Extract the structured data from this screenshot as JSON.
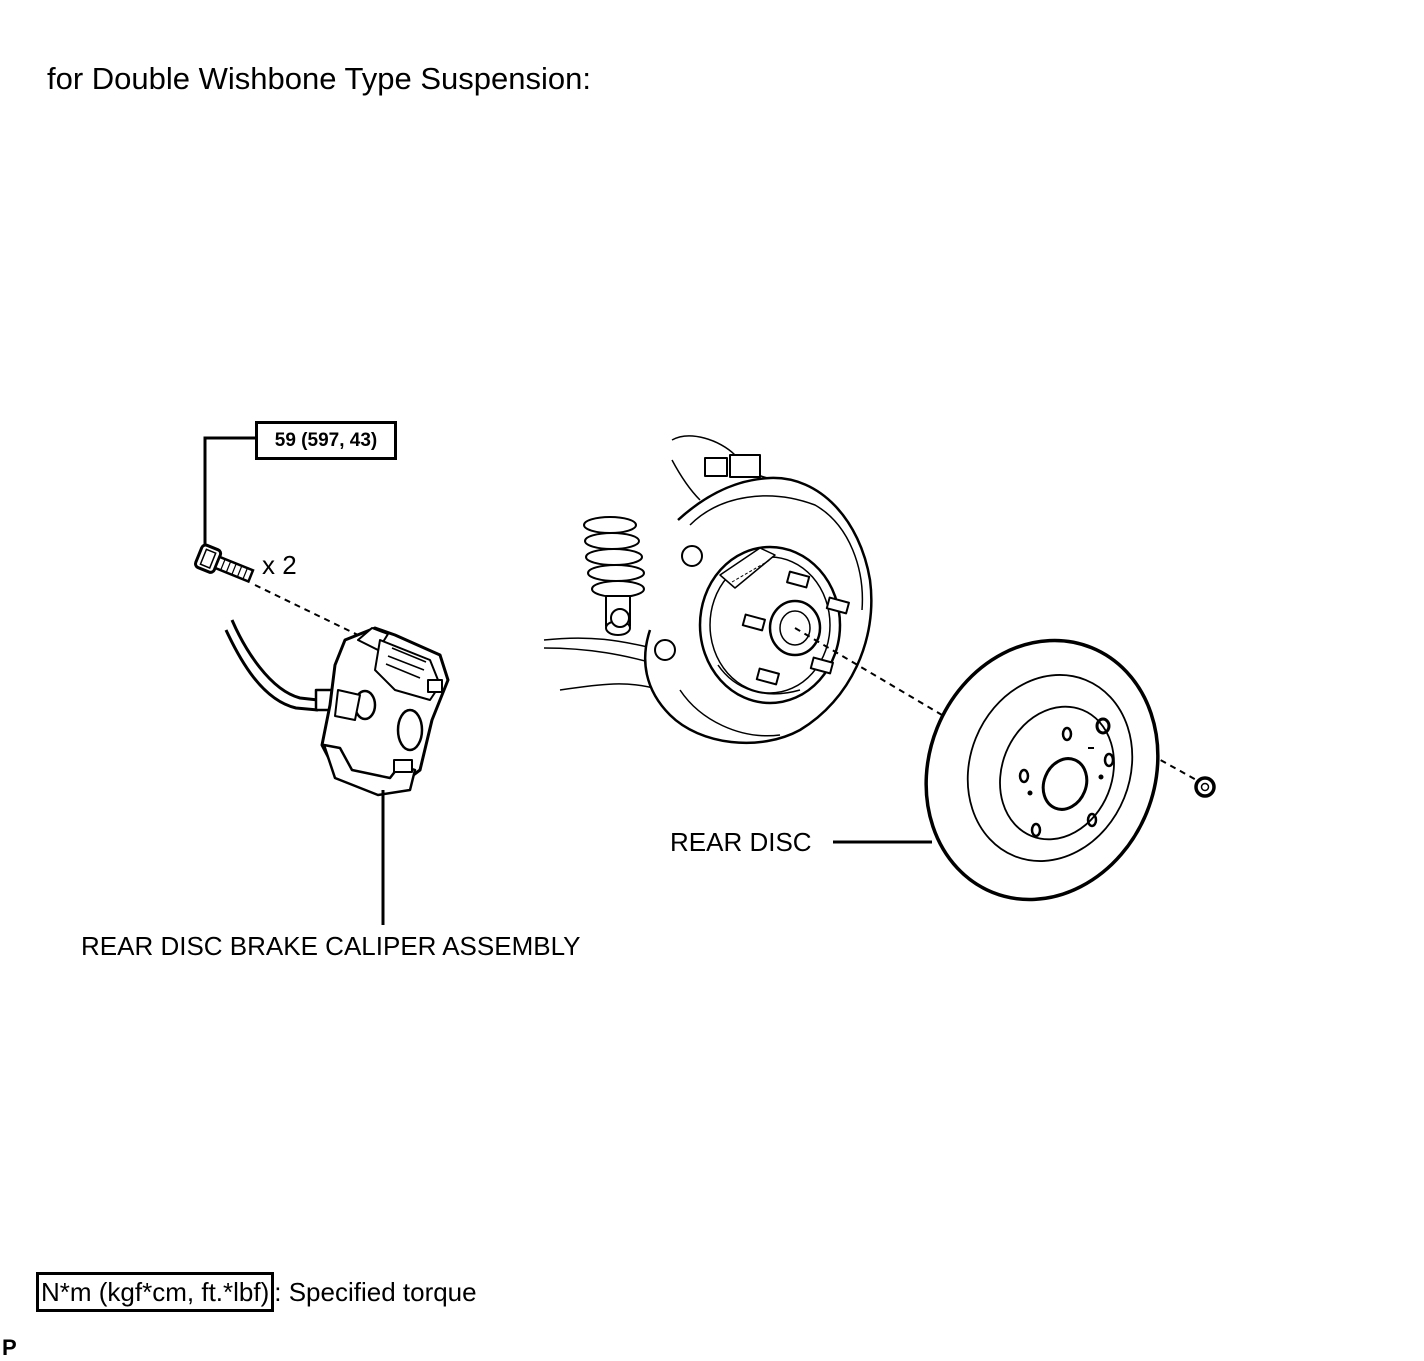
{
  "heading": "for Double Wishbone Type Suspension:",
  "torque_callout": "59 (597, 43)",
  "bolt_quantity": "x 2",
  "labels": {
    "caliper": "REAR DISC BRAKE CALIPER ASSEMBLY",
    "disc": "REAR DISC"
  },
  "legend": {
    "box_text": "N*m (kgf*cm, ft.*lbf)",
    "description": ": Specified torque"
  },
  "corner_code": "P"
}
